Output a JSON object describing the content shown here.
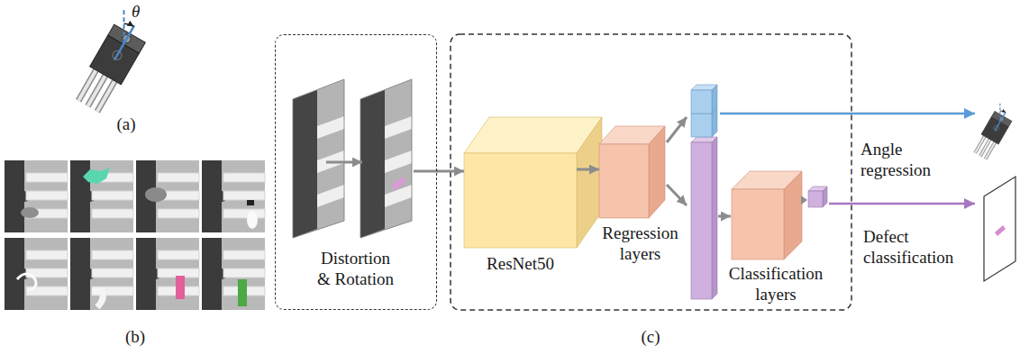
{
  "diagram": {
    "nodes": [
      {
        "text": [
          "Distortion & Rotation"
        ]
      },
      {
        "text": [
          "ResNet50"
        ]
      },
      {
        "text": [
          "Regression layers"
        ]
      },
      {
        "text": [
          "Classification layers"
        ]
      }
    ],
    "edges": [
      {
        "from": 0,
        "to": 1,
        "arrow": "to"
      },
      {
        "from": 1,
        "to": 2,
        "arrow": "to"
      }
    ],
    "labels": [
      "θ",
      "(a)",
      "(b)",
      "(c)",
      "Angle regression",
      "Defect classification"
    ]
  }
}
